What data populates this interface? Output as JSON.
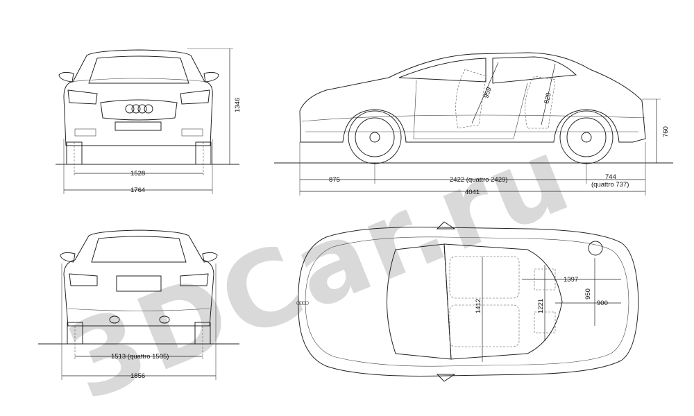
{
  "watermark": "3DCar.ru",
  "front_view": {
    "height": "1346",
    "track": "1528",
    "width": "1764"
  },
  "side_view": {
    "front_overhang": "875",
    "wheelbase": "2422 (quattro 2429)",
    "rear_overhang_line1": "744",
    "rear_overhang_line2": "(quattro 737)",
    "length": "4041",
    "headroom_front": "959",
    "headroom_rear": "828",
    "ride_height": "760"
  },
  "rear_view": {
    "track": "1513 (quattro 1505)",
    "width": "1856"
  },
  "top_view": {
    "interior_width": "1412",
    "rear_seat_width": "1221",
    "cabin_length": "1397",
    "trunk_length": "900",
    "trunk_width": "950"
  },
  "colors": {
    "line": "#222222",
    "watermark": "#d9d9d9"
  }
}
